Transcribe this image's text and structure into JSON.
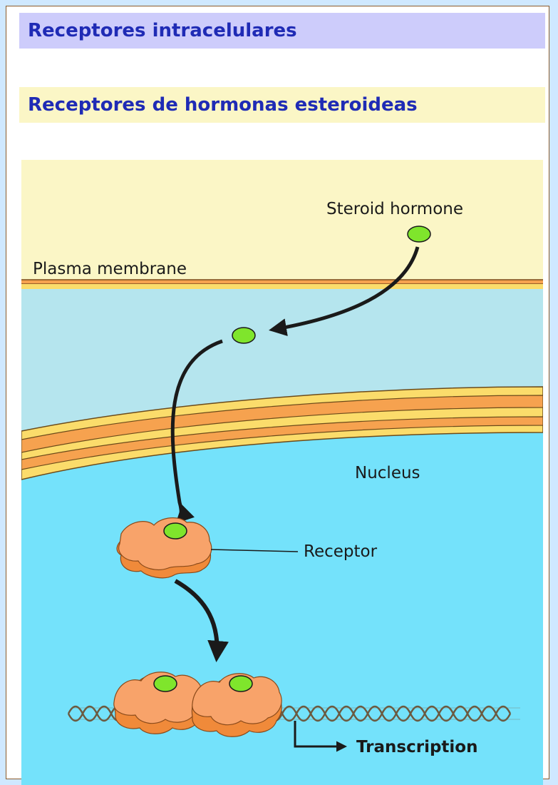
{
  "headings": {
    "main": "Receptores intracelulares",
    "sub": "Receptores de hormonas esteroideas"
  },
  "diagram": {
    "labels": {
      "steroid_hormone": "Steroid hormone",
      "plasma_membrane": "Plasma membrane",
      "nucleus": "Nucleus",
      "receptor": "Receptor",
      "transcription": "Transcription"
    },
    "colors": {
      "extracellular": "#fbf6c6",
      "cytoplasm": "#b5e5ee",
      "nucleoplasm": "#74e2fb",
      "membrane_orange": "#f6a24f",
      "membrane_yellow": "#fbdc6b",
      "hormone_green": "#7fe52c",
      "receptor_orange": "#f8a36a",
      "receptor_shadow": "#f08a3a",
      "arrow": "#1a1a1a"
    }
  }
}
